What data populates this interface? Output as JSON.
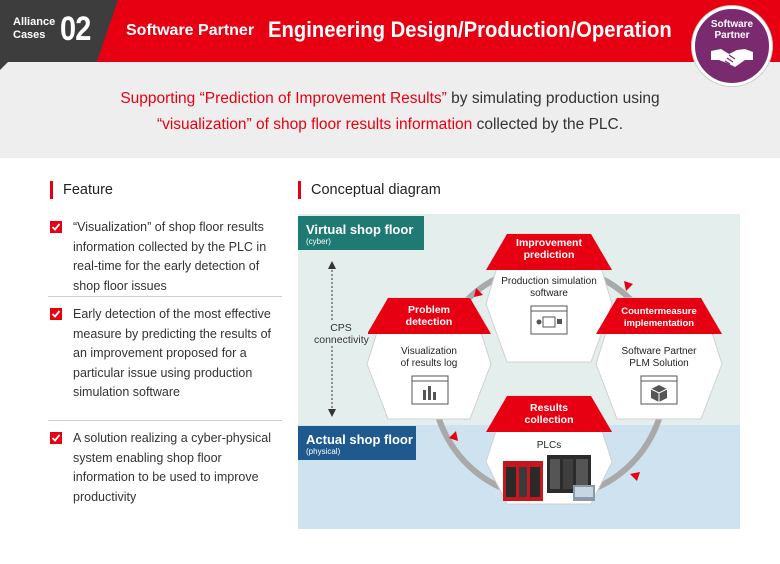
{
  "header": {
    "cases_label_line1": "Alliance",
    "cases_label_line2": "Cases",
    "case_number": "02",
    "category": "Software Partner",
    "title": "Engineering Design/Production/Operation",
    "badge_line1": "Software",
    "badge_line2": "Partner",
    "badge_icon": "handshake-icon",
    "colors": {
      "accent": "#e60012",
      "dark": "#3d3d3d",
      "badge": "#7a2a6e"
    }
  },
  "lead": {
    "p1": "Supporting “Prediction of Improvement Results”",
    "p2": " by simulating production using",
    "p3": "“visualization” of shop floor results information",
    "p4": " collected by the PLC."
  },
  "feature": {
    "heading": "Feature",
    "items": [
      "“Visualization” of shop floor results information collected by the PLC in real-time for the early detection of shop floor issues",
      "Early detection of the most effective measure by predicting the results of an improvement proposed for a particular issue using production simulation software",
      "A solution realizing a cyber-physical system enabling shop floor information to be used to improve productivity"
    ]
  },
  "diagram": {
    "heading": "Conceptual diagram",
    "virtual_label": "Virtual shop floor",
    "virtual_sub": "(cyber)",
    "actual_label": "Actual shop floor",
    "actual_sub": "(physical)",
    "cps_line1": "CPS",
    "cps_line2": "connectivity",
    "colors": {
      "cyber_bg": "#e4efed",
      "physical_bg": "#cfe2ef",
      "cyber_label": "#1f7a73",
      "physical_label": "#1f5a8e",
      "ring": "#a9a9a9"
    },
    "nodes": [
      {
        "title1": "Improvement",
        "title2": "prediction",
        "body1": "Production simulation",
        "body2": "software",
        "icon": "simulation-window-icon"
      },
      {
        "title1": "Countermeasure",
        "title2": "implementation",
        "body1": "Software Partner",
        "body2": "PLM Solution",
        "icon": "cube-window-icon"
      },
      {
        "title1": "Results",
        "title2": "collection",
        "body1": "PLCs",
        "body2": "",
        "icon": "plc-hardware-image"
      },
      {
        "title1": "Problem",
        "title2": "detection",
        "body1": "Visualization",
        "body2": "of results log",
        "icon": "bar-chart-window-icon"
      }
    ]
  }
}
